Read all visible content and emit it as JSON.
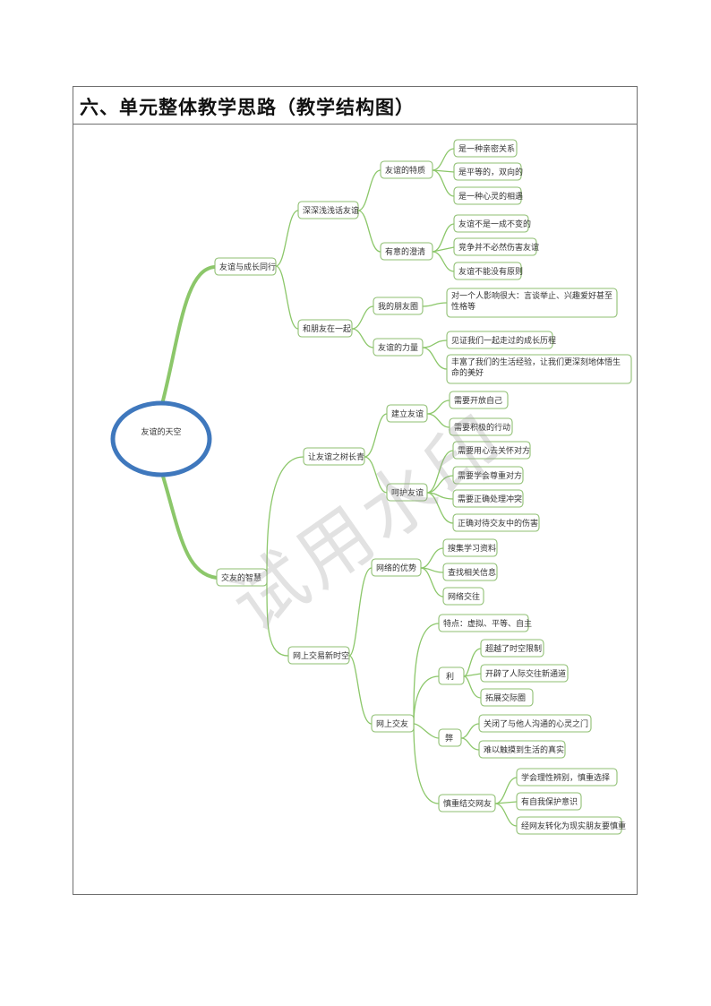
{
  "heading": "六、单元整体教学思路（教学结构图）",
  "watermark": "试用水印",
  "colors": {
    "branch_green": "#8cc76a",
    "box_border": "#8fbf72",
    "ellipse_blue": "#3f78bd"
  },
  "root": "友谊的天空",
  "branch1": {
    "label": "友谊与成长同行",
    "sub1": {
      "label": "深深浅浅话友谊",
      "g1": {
        "label": "友谊的特质",
        "items": [
          "是一种亲密关系",
          "是平等的，双向的",
          "是一种心灵的相遇"
        ]
      },
      "g2": {
        "label": "有意的澄清",
        "items": [
          "友谊不是一成不变的",
          "竞争并不必然伤害友谊",
          "友谊不能没有原则"
        ]
      }
    },
    "sub2": {
      "label": "和朋友在一起",
      "g1": {
        "label": "我的朋友圈"
      },
      "g2": {
        "label": "友谊的力量"
      },
      "items": [
        "对一个人影响很大：言谈举止、兴趣爱好甚至性格等",
        "见证我们一起走过的成长历程",
        "丰富了我们的生活经验，让我们更深刻地体悟生命的美好"
      ]
    }
  },
  "branch2": {
    "label": "交友的智慧",
    "sub1": {
      "label": "让友谊之树长青",
      "g1": {
        "label": "建立友谊",
        "items": [
          "需要开放自己",
          "需要积极的行动"
        ]
      },
      "g2": {
        "label": "呵护友谊",
        "items": [
          "需要用心去关怀对方",
          "需要学会尊重对方",
          "需要正确处理冲突",
          "正确对待交友中的伤害"
        ]
      }
    },
    "sub2": {
      "label": "网上交易新时空",
      "g1": {
        "label": "网络的优势",
        "items": [
          "搜集学习资料",
          "查找相关信息",
          "网络交往"
        ]
      },
      "g2": {
        "label": "网上交友",
        "feature": "特点：虚拟、平等、自主",
        "li": {
          "label": "利",
          "items": [
            "超越了时空限制",
            "开辟了人际交往新通道",
            "拓展交际圈"
          ]
        },
        "bi": {
          "label": "弊",
          "items": [
            "关闭了与他人沟通的心灵之门",
            "难以触摸到生活的真实"
          ]
        },
        "careful": {
          "label": "慎重结交网友",
          "items": [
            "学会理性辨别，慎重选择",
            "有自我保护意识",
            "经网友转化为现实朋友要慎重"
          ]
        }
      }
    }
  }
}
